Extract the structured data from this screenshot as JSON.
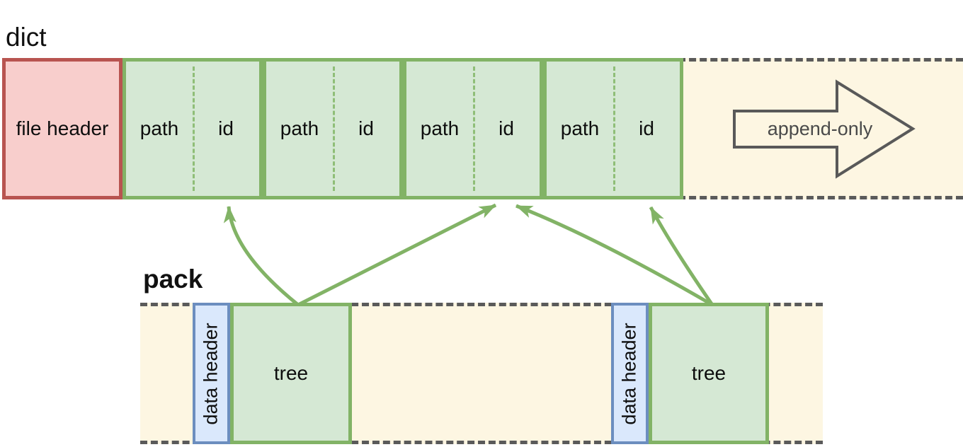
{
  "diagram": {
    "dict": {
      "label": "dict",
      "file_header": "file header",
      "entries": [
        {
          "path": "path",
          "id": "id"
        },
        {
          "path": "path",
          "id": "id"
        },
        {
          "path": "path",
          "id": "id"
        },
        {
          "path": "path",
          "id": "id"
        }
      ],
      "append_arrow_label": "append-only"
    },
    "pack": {
      "label": "pack",
      "chunks": [
        {
          "header": "data header",
          "body": "tree"
        },
        {
          "header": "data header",
          "body": "tree"
        }
      ]
    },
    "colors": {
      "entry_fill": "#d5e8d4",
      "entry_stroke": "#82b366",
      "file_header_fill": "#f8cecc",
      "file_header_stroke": "#b85450",
      "data_header_fill": "#dae8fc",
      "data_header_stroke": "#6c8ebf",
      "region_fill": "#fdf6e2",
      "region_dash": "#5a5a5a",
      "append_arrow_stroke": "#595959",
      "reference_arrow": "#82b366"
    }
  }
}
